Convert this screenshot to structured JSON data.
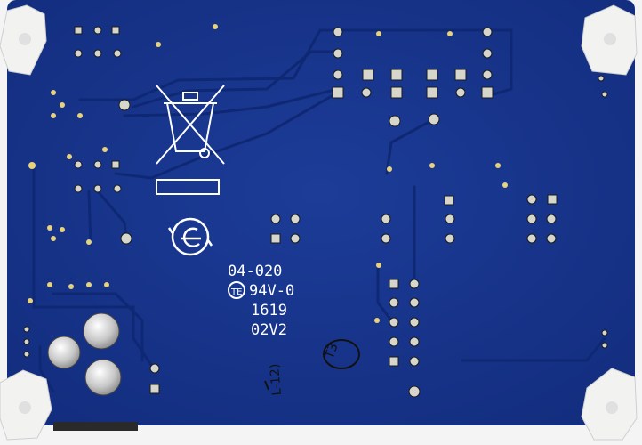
{
  "board": {
    "markings": {
      "part_number": "04-020",
      "flammability": "94V-0",
      "date_code": "1619",
      "revision": "02V2",
      "cert_logo_letters": "TE"
    },
    "handwriting": {
      "circled_label": "T3",
      "side_label": "L-12)"
    },
    "colors": {
      "substrate": "#17348a",
      "trace": "#0f2b7a",
      "pad": "#d9d9d0",
      "silkscreen": "#ffffff",
      "standoff": "#f1f1f1"
    }
  }
}
